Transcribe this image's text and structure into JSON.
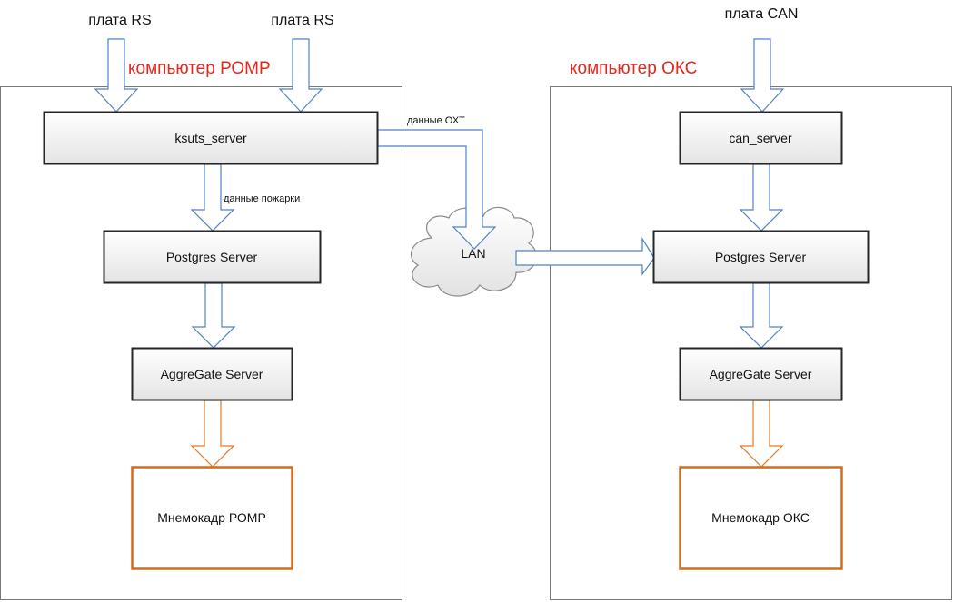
{
  "colors": {
    "computer_title": "#e8261c",
    "arrow_blue": "#4f82c6",
    "arrow_orange": "#e07b2a",
    "box_border": "#262626",
    "mnemo_border": "#d86a1c"
  },
  "inputs": {
    "rs1": "плата RS",
    "rs2": "плата RS",
    "can": "плата CAN"
  },
  "left": {
    "title": "компьютер РОМР",
    "server1": "ksuts_server",
    "fire_data": "данные пожарки",
    "postgres": "Postgres Server",
    "aggregate": "AggreGate Server",
    "mnemo": "Мнемокадр РОМР"
  },
  "right": {
    "title": "компьютер ОКС",
    "server1": "can_server",
    "postgres": "Postgres Server",
    "aggregate": "AggreGate Server",
    "mnemo": "Мнемокадр ОКС"
  },
  "network": {
    "label": "LAN",
    "oxt_data": "данные ОХТ"
  }
}
